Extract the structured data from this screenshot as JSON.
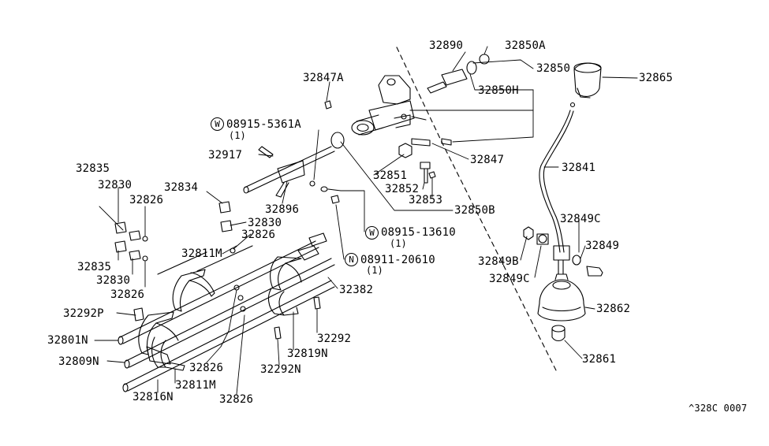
{
  "diagram": {
    "reference": "^328C 0007",
    "callouts": {
      "p32890": "32890",
      "p32850A": "32850A",
      "p32850": "32850",
      "p32865": "32865",
      "p32847A": "32847A",
      "p32850H": "32850H",
      "w089155361A": "08915-5361A",
      "w089155361A_qty": "(1)",
      "p32917": "32917",
      "p32847": "32847",
      "p32841": "32841",
      "p32851": "32851",
      "p32852": "32852",
      "p32853": "32853",
      "p32835a": "32835",
      "p32830a": "32830",
      "p32834": "32834",
      "p32826a": "32826",
      "p32896": "32896",
      "p32850B": "32850B",
      "p32830b": "32830",
      "p32826b": "32826",
      "w0891513610": "08915-13610",
      "w0891513610_qty": "(1)",
      "p32849C_top": "32849C",
      "p32811Ma": "32811M",
      "p32849": "32849",
      "n0891120610": "08911-20610",
      "n0891120610_qty": "(1)",
      "p32849B": "32849B",
      "p32849C_bot": "32849C",
      "p32835b": "32835",
      "p32830c": "32830",
      "p32826c": "32826",
      "p32382": "32382",
      "p32862": "32862",
      "p32292P": "32292P",
      "p32292": "32292",
      "p32801N": "32801N",
      "p32819N": "32819N",
      "p32809N": "32809N",
      "p32826d": "32826",
      "p32292N": "32292N",
      "p32811Mb": "32811M",
      "p32861": "32861",
      "p32816N": "32816N",
      "p32826e": "32826"
    },
    "prefix_marks": {
      "washer_a": "W",
      "washer_b": "W",
      "nut": "N"
    }
  }
}
